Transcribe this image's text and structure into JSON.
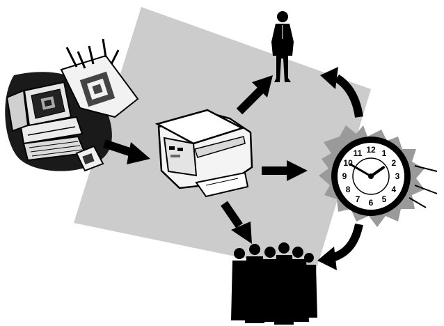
{
  "colors": {
    "background": "#ffffff",
    "backdrop": "#cccccc",
    "ink": "#000000",
    "halo": "#9a9a9a"
  },
  "clock": {
    "numerals": [
      "12",
      "1",
      "2",
      "3",
      "4",
      "5",
      "6",
      "7",
      "8",
      "9",
      "10",
      "11"
    ],
    "time_hours": 1,
    "time_minutes": 50
  },
  "nodes": [
    {
      "id": "computer",
      "icon": "computer-workstation-icon"
    },
    {
      "id": "printer",
      "icon": "all-in-one-printer-icon"
    },
    {
      "id": "person",
      "icon": "businessman-icon"
    },
    {
      "id": "clock",
      "icon": "wall-clock-icon"
    },
    {
      "id": "group",
      "icon": "crowd-silhouette-icon"
    }
  ],
  "edges": [
    {
      "from": "computer",
      "to": "printer"
    },
    {
      "from": "printer",
      "to": "person"
    },
    {
      "from": "printer",
      "to": "clock"
    },
    {
      "from": "printer",
      "to": "group"
    },
    {
      "from": "clock",
      "to": "person"
    },
    {
      "from": "clock",
      "to": "group"
    }
  ]
}
